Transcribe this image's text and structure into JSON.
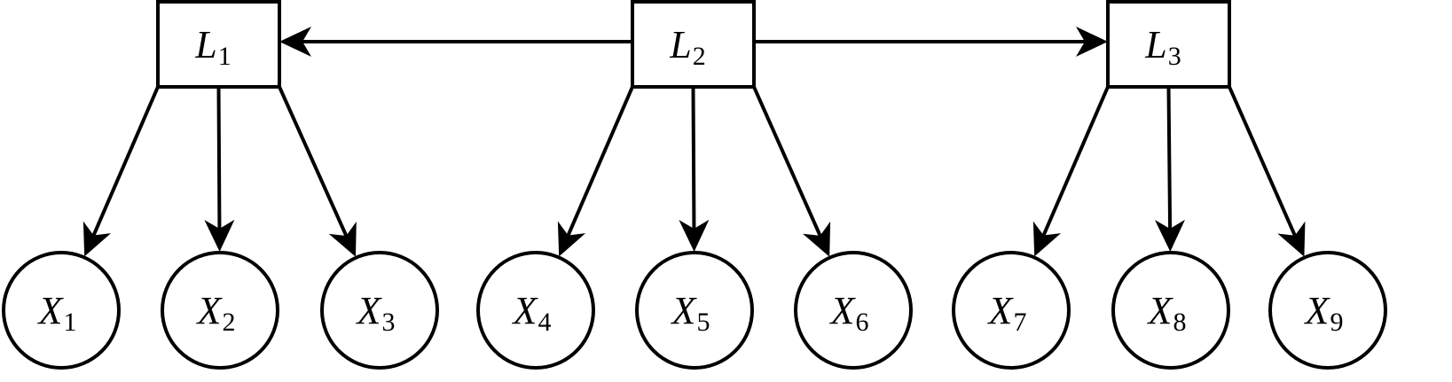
{
  "latent_nodes": [
    {
      "id": "L1",
      "letter": "L",
      "index": "1"
    },
    {
      "id": "L2",
      "letter": "L",
      "index": "2"
    },
    {
      "id": "L3",
      "letter": "L",
      "index": "3"
    }
  ],
  "observed_nodes": [
    {
      "id": "X1",
      "letter": "X",
      "index": "1"
    },
    {
      "id": "X2",
      "letter": "X",
      "index": "2"
    },
    {
      "id": "X3",
      "letter": "X",
      "index": "3"
    },
    {
      "id": "X4",
      "letter": "X",
      "index": "4"
    },
    {
      "id": "X5",
      "letter": "X",
      "index": "5"
    },
    {
      "id": "X6",
      "letter": "X",
      "index": "6"
    },
    {
      "id": "X7",
      "letter": "X",
      "index": "7"
    },
    {
      "id": "X8",
      "letter": "X",
      "index": "8"
    },
    {
      "id": "X9",
      "letter": "X",
      "index": "9"
    }
  ],
  "edges": [
    {
      "from": "L2",
      "to": "L1"
    },
    {
      "from": "L2",
      "to": "L3"
    },
    {
      "from": "L1",
      "to": "X1"
    },
    {
      "from": "L1",
      "to": "X2"
    },
    {
      "from": "L1",
      "to": "X3"
    },
    {
      "from": "L2",
      "to": "X4"
    },
    {
      "from": "L2",
      "to": "X5"
    },
    {
      "from": "L2",
      "to": "X6"
    },
    {
      "from": "L3",
      "to": "X7"
    },
    {
      "from": "L3",
      "to": "X8"
    },
    {
      "from": "L3",
      "to": "X9"
    }
  ]
}
